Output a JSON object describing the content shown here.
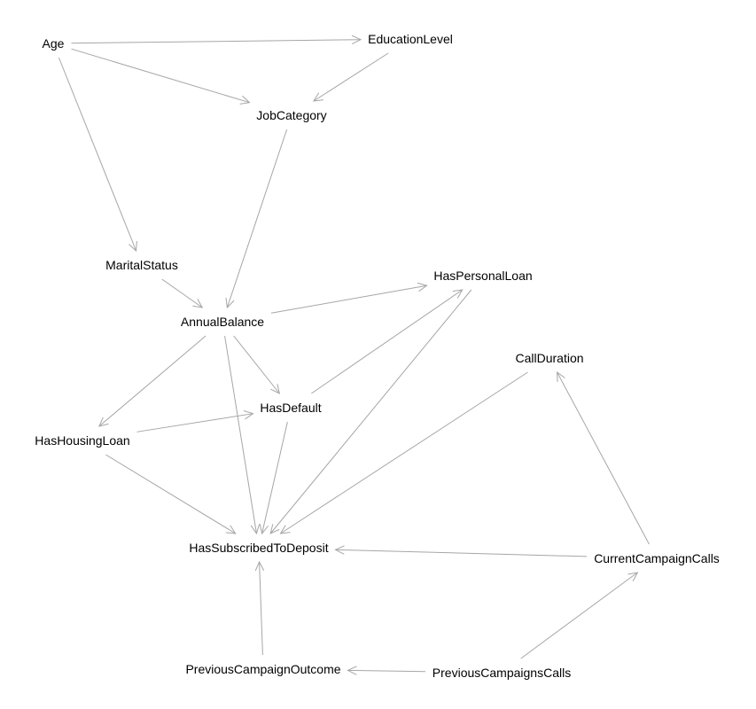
{
  "nodes": {
    "age": "Age",
    "education_level": "EducationLevel",
    "job_category": "JobCategory",
    "marital_status": "MaritalStatus",
    "annual_balance": "AnnualBalance",
    "has_personal_loan": "HasPersonalLoan",
    "call_duration": "CallDuration",
    "has_default": "HasDefault",
    "has_housing_loan": "HasHousingLoan",
    "has_subscribed_to_deposit": "HasSubscribedToDeposit",
    "current_campaign_calls": "CurrentCampaignCalls",
    "previous_campaign_outcome": "PreviousCampaignOutcome",
    "previous_campaigns_calls": "PreviousCampaignsCalls"
  },
  "edges": [
    {
      "from": "age",
      "to": "education_level"
    },
    {
      "from": "age",
      "to": "job_category"
    },
    {
      "from": "age",
      "to": "marital_status"
    },
    {
      "from": "education_level",
      "to": "job_category"
    },
    {
      "from": "job_category",
      "to": "annual_balance"
    },
    {
      "from": "marital_status",
      "to": "annual_balance"
    },
    {
      "from": "annual_balance",
      "to": "has_personal_loan"
    },
    {
      "from": "annual_balance",
      "to": "has_housing_loan"
    },
    {
      "from": "annual_balance",
      "to": "has_default"
    },
    {
      "from": "annual_balance",
      "to": "has_subscribed_to_deposit"
    },
    {
      "from": "has_default",
      "to": "has_personal_loan"
    },
    {
      "from": "has_housing_loan",
      "to": "has_default"
    },
    {
      "from": "has_housing_loan",
      "to": "has_subscribed_to_deposit"
    },
    {
      "from": "has_default",
      "to": "has_subscribed_to_deposit"
    },
    {
      "from": "has_personal_loan",
      "to": "has_subscribed_to_deposit"
    },
    {
      "from": "call_duration",
      "to": "has_subscribed_to_deposit"
    },
    {
      "from": "current_campaign_calls",
      "to": "call_duration"
    },
    {
      "from": "current_campaign_calls",
      "to": "has_subscribed_to_deposit"
    },
    {
      "from": "previous_campaign_outcome",
      "to": "has_subscribed_to_deposit"
    },
    {
      "from": "previous_campaigns_calls",
      "to": "previous_campaign_outcome"
    },
    {
      "from": "previous_campaigns_calls",
      "to": "current_campaign_calls"
    }
  ],
  "colors": {
    "edge": "#a6a6a6",
    "text": "#000000",
    "background": "#ffffff"
  }
}
